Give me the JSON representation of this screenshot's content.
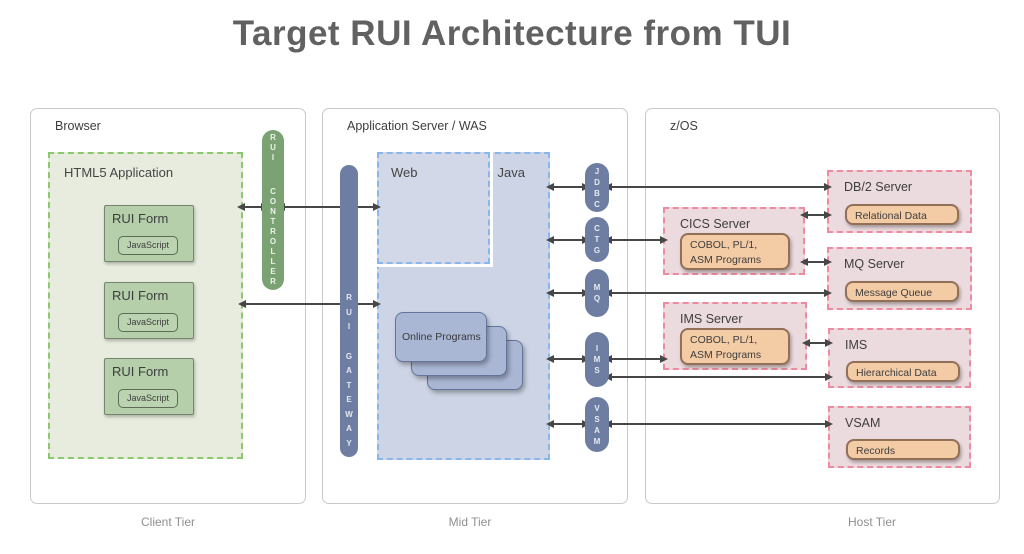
{
  "title": "Target RUI Architecture from TUI",
  "tiers": {
    "client": {
      "box_label": "Browser",
      "caption": "Client Tier",
      "html5_app": {
        "label": "HTML5 Application",
        "forms": [
          {
            "label": "RUI Form",
            "inner": "JavaScript"
          },
          {
            "label": "RUI Form",
            "inner": "JavaScript"
          },
          {
            "label": "RUI Form",
            "inner": "JavaScript"
          }
        ]
      },
      "controller_pill": "RUI CONTROLLER"
    },
    "mid": {
      "box_label": "Application Server / WAS",
      "caption": "Mid Tier",
      "gateway_pill": "RUI GATEWAY",
      "web_label": "Web",
      "java_label": "Java",
      "online_programs": "Online Programs",
      "connectors": [
        "JDBC",
        "CTG",
        "MQ",
        "IMS",
        "VSAM"
      ]
    },
    "host": {
      "box_label": "z/OS",
      "caption": "Host Tier",
      "cics": {
        "label": "CICS Server",
        "inner": "COBOL, PL/1, ASM Programs"
      },
      "ims_server": {
        "label": "IMS Server",
        "inner": "COBOL, PL/1, ASM Programs"
      },
      "db2": {
        "label": "DB/2 Server",
        "inner": "Relational Data"
      },
      "mq": {
        "label": "MQ Server",
        "inner": "Message Queue"
      },
      "ims": {
        "label": "IMS",
        "inner": "Hierarchical Data"
      },
      "vsam": {
        "label": "VSAM",
        "inner": "Records"
      }
    }
  },
  "colors": {
    "title_text": "#616161",
    "green_pill": "#7aa273",
    "green_box_fill": "#e8ecdf",
    "green_dash": "#8cc96e",
    "form_fill": "#b4cfaa",
    "blue_pill": "#6d7ea2",
    "java_fill": "#cdd4e5",
    "blue_dash": "#8ab6ea",
    "card_fill": "#a9b6d4",
    "pink_fill": "#ebdade",
    "pink_dash": "#ee8ba1",
    "orange_fill": "#f3cba5",
    "arrow": "#474747"
  }
}
